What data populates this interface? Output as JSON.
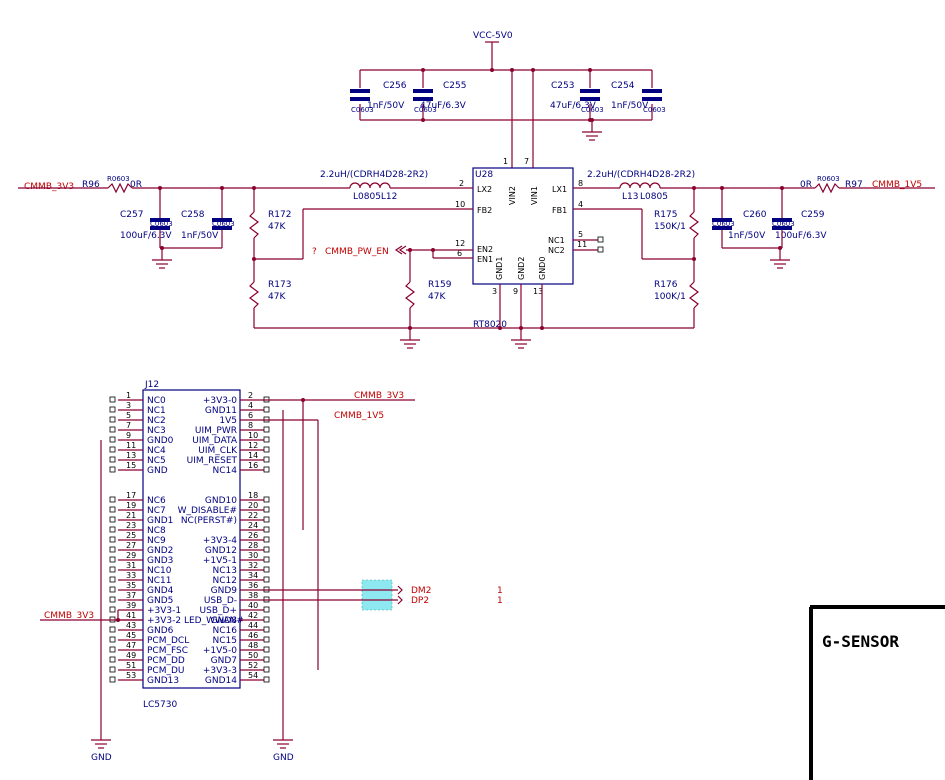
{
  "power": {
    "vcc": "VCC-5V0",
    "net_3v3": "CMMB_3V3",
    "net_1v5": "CMMB_1V5",
    "gnd": "GND",
    "pw_en": "CMMB_PW_EN",
    "q": "?"
  },
  "input_caps": [
    {
      "ref": "C256",
      "value": "1nF/50V",
      "pkg": "C0603"
    },
    {
      "ref": "C255",
      "value": "47uF/6.3V",
      "pkg": "C0603"
    },
    {
      "ref": "C253",
      "value": "47uF/6.3V",
      "pkg": "C0603"
    },
    {
      "ref": "C254",
      "value": "1nF/50V",
      "pkg": "C0603"
    }
  ],
  "regulator": {
    "ref": "U28",
    "part": "RT8020",
    "pins": {
      "lx2": "LX2",
      "vin2": "VIN2",
      "vin1": "VIN1",
      "lx1": "LX1",
      "fb2": "FB2",
      "fb1": "FB1",
      "en2": "EN2",
      "en1": "EN1",
      "nc1": "NC1",
      "nc2": "NC2",
      "gnd1": "GND1",
      "gnd2": "GND2",
      "gnd0": "GND0"
    },
    "numbers": {
      "lx2": "2",
      "vin2": "1",
      "vin1": "7",
      "lx1": "8",
      "fb2": "10",
      "fb1": "4",
      "en2": "12",
      "en1": "6",
      "nc1": "5",
      "nc2": "11",
      "gnd1": "3",
      "gnd2": "9",
      "gnd0": "13"
    }
  },
  "left_rail": {
    "r96": "R96",
    "r96_val": "0R",
    "r96_pkg": "R0603",
    "inductor": "L0805L12",
    "inductor_val": "2.2uH/(CDRH4D28-2R2)",
    "c257": "C257",
    "c257_val": "100uF/6.3V",
    "c258": "C258",
    "c258_val": "1nF/50V",
    "r172": "R172",
    "r172_val": "47K",
    "r173": "R173",
    "r173_val": "47K",
    "r159": "R159",
    "r159_val": "47K"
  },
  "right_rail": {
    "r97": "R97",
    "r97_val": "0R",
    "r97_pkg": "R0603",
    "inductor": "L13",
    "inductor_pkg": "L0805",
    "inductor_val": "2.2uH/(CDRH4D28-2R2)",
    "c260": "C260",
    "c260_val": "1nF/50V",
    "c259": "C259",
    "c259_val": "100uF/6.3V",
    "r175": "R175",
    "r175_val": "150K/1",
    "r176": "R176",
    "r176_val": "100K/1"
  },
  "connector": {
    "ref": "J12",
    "part": "LC5730",
    "left_pins": [
      {
        "n": "1",
        "l": "NC0"
      },
      {
        "n": "3",
        "l": "NC1"
      },
      {
        "n": "5",
        "l": "NC2"
      },
      {
        "n": "7",
        "l": "NC3"
      },
      {
        "n": "9",
        "l": "GND0"
      },
      {
        "n": "11",
        "l": "NC4"
      },
      {
        "n": "13",
        "l": "NC5"
      },
      {
        "n": "15",
        "l": "GND"
      },
      {
        "n": "",
        "l": ""
      },
      {
        "n": "",
        "l": ""
      },
      {
        "n": "17",
        "l": "NC6"
      },
      {
        "n": "19",
        "l": "NC7"
      },
      {
        "n": "21",
        "l": "GND1"
      },
      {
        "n": "23",
        "l": "NC8"
      },
      {
        "n": "25",
        "l": "NC9"
      },
      {
        "n": "27",
        "l": "GND2"
      },
      {
        "n": "29",
        "l": "GND3"
      },
      {
        "n": "31",
        "l": "NC10"
      },
      {
        "n": "33",
        "l": "NC11"
      },
      {
        "n": "35",
        "l": "GND4"
      },
      {
        "n": "37",
        "l": "GND5"
      },
      {
        "n": "39",
        "l": "+3V3-1"
      },
      {
        "n": "41",
        "l": "+3V3-2 LED_WWAN#"
      },
      {
        "n": "43",
        "l": "GND6"
      },
      {
        "n": "45",
        "l": "PCM_DCL"
      },
      {
        "n": "47",
        "l": "PCM_FSC"
      },
      {
        "n": "49",
        "l": "PCM_DD"
      },
      {
        "n": "51",
        "l": "PCM_DU"
      },
      {
        "n": "53",
        "l": "GND13"
      }
    ],
    "right_pins": [
      {
        "n": "2",
        "l": "+3V3-0"
      },
      {
        "n": "4",
        "l": "GND11"
      },
      {
        "n": "6",
        "l": "1V5"
      },
      {
        "n": "8",
        "l": "UIM_PWR"
      },
      {
        "n": "10",
        "l": "UIM_DATA"
      },
      {
        "n": "12",
        "l": "UIM_CLK"
      },
      {
        "n": "14",
        "l": "UIM_RESET"
      },
      {
        "n": "16",
        "l": "NC14"
      },
      {
        "n": "",
        "l": ""
      },
      {
        "n": "",
        "l": ""
      },
      {
        "n": "18",
        "l": "GND10"
      },
      {
        "n": "20",
        "l": "W_DISABLE#"
      },
      {
        "n": "22",
        "l": "NC(PERST#)"
      },
      {
        "n": "24",
        "l": ""
      },
      {
        "n": "26",
        "l": "+3V3-4"
      },
      {
        "n": "28",
        "l": "GND12"
      },
      {
        "n": "30",
        "l": "+1V5-1"
      },
      {
        "n": "32",
        "l": "NC13"
      },
      {
        "n": "34",
        "l": "NC12"
      },
      {
        "n": "36",
        "l": "GND9"
      },
      {
        "n": "38",
        "l": "USB_D-"
      },
      {
        "n": "40",
        "l": "USB_D+"
      },
      {
        "n": "42",
        "l": "GND8"
      },
      {
        "n": "44",
        "l": "NC16"
      },
      {
        "n": "46",
        "l": "NC15"
      },
      {
        "n": "48",
        "l": "+1V5-0"
      },
      {
        "n": "50",
        "l": "GND7"
      },
      {
        "n": "52",
        "l": "+3V3-3"
      },
      {
        "n": "54",
        "l": "GND14"
      }
    ]
  },
  "usb": {
    "dm": "DM2",
    "dp": "DP2",
    "dm_count": "1",
    "dp_count": "1"
  },
  "title_block": {
    "label": "G-SENSOR"
  }
}
